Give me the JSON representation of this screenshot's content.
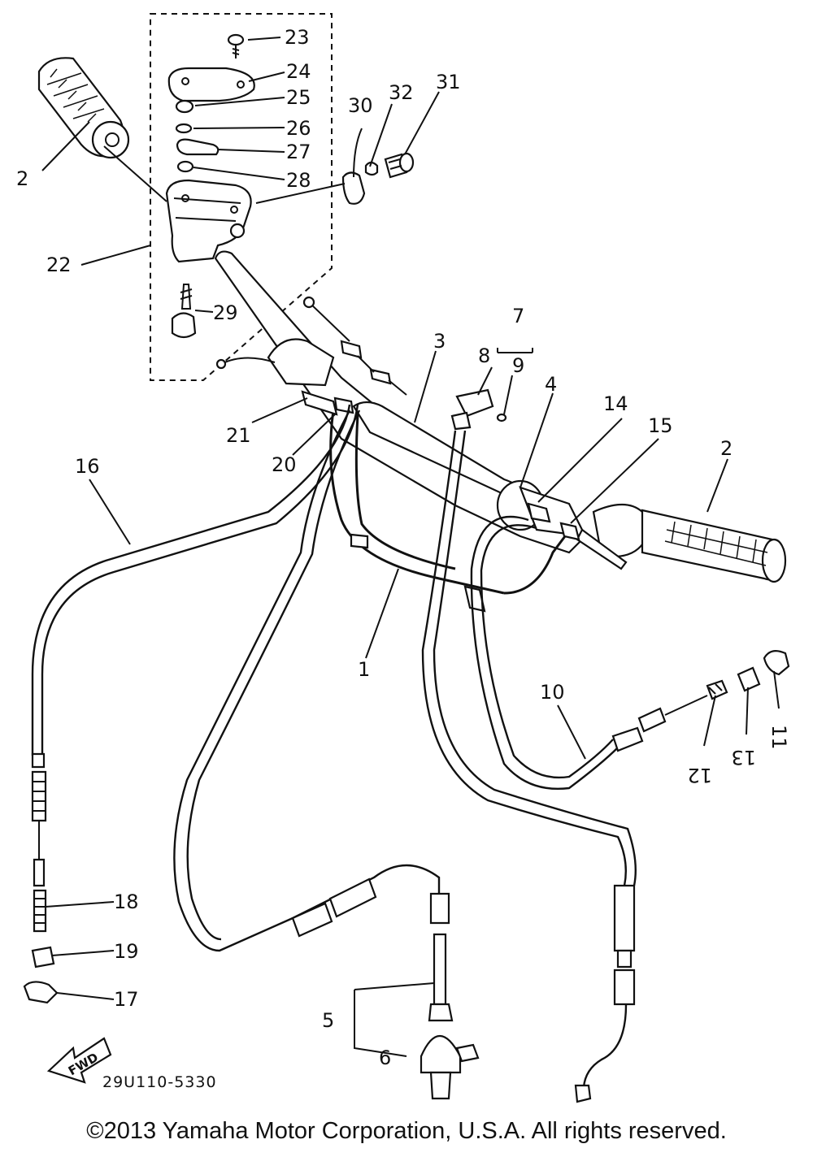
{
  "callouts": [
    {
      "id": "c23",
      "label": "23"
    },
    {
      "id": "c24",
      "label": "24"
    },
    {
      "id": "c25",
      "label": "25"
    },
    {
      "id": "c26",
      "label": "26"
    },
    {
      "id": "c27",
      "label": "27"
    },
    {
      "id": "c28",
      "label": "28"
    },
    {
      "id": "c30",
      "label": "30"
    },
    {
      "id": "c32",
      "label": "32"
    },
    {
      "id": "c31",
      "label": "31"
    },
    {
      "id": "c2a",
      "label": "2"
    },
    {
      "id": "c22",
      "label": "22"
    },
    {
      "id": "c29",
      "label": "29"
    },
    {
      "id": "c7",
      "label": "7"
    },
    {
      "id": "c8",
      "label": "8"
    },
    {
      "id": "c9",
      "label": "9"
    },
    {
      "id": "c3",
      "label": "3"
    },
    {
      "id": "c4",
      "label": "4"
    },
    {
      "id": "c14",
      "label": "14"
    },
    {
      "id": "c15",
      "label": "15"
    },
    {
      "id": "c2b",
      "label": "2"
    },
    {
      "id": "c21",
      "label": "21"
    },
    {
      "id": "c20",
      "label": "20"
    },
    {
      "id": "c16",
      "label": "16"
    },
    {
      "id": "c1",
      "label": "1"
    },
    {
      "id": "c10",
      "label": "10"
    },
    {
      "id": "c11",
      "label": "11"
    },
    {
      "id": "c12",
      "label": "12"
    },
    {
      "id": "c13",
      "label": "13"
    },
    {
      "id": "c18",
      "label": "18"
    },
    {
      "id": "c19",
      "label": "19"
    },
    {
      "id": "c17",
      "label": "17"
    },
    {
      "id": "c5",
      "label": "5"
    },
    {
      "id": "c6",
      "label": "6"
    }
  ],
  "diagram_ref": "29U110-5330",
  "fwd_label": "FWD",
  "copyright": "©2013 Yamaha Motor Corporation, U.S.A. All rights reserved."
}
